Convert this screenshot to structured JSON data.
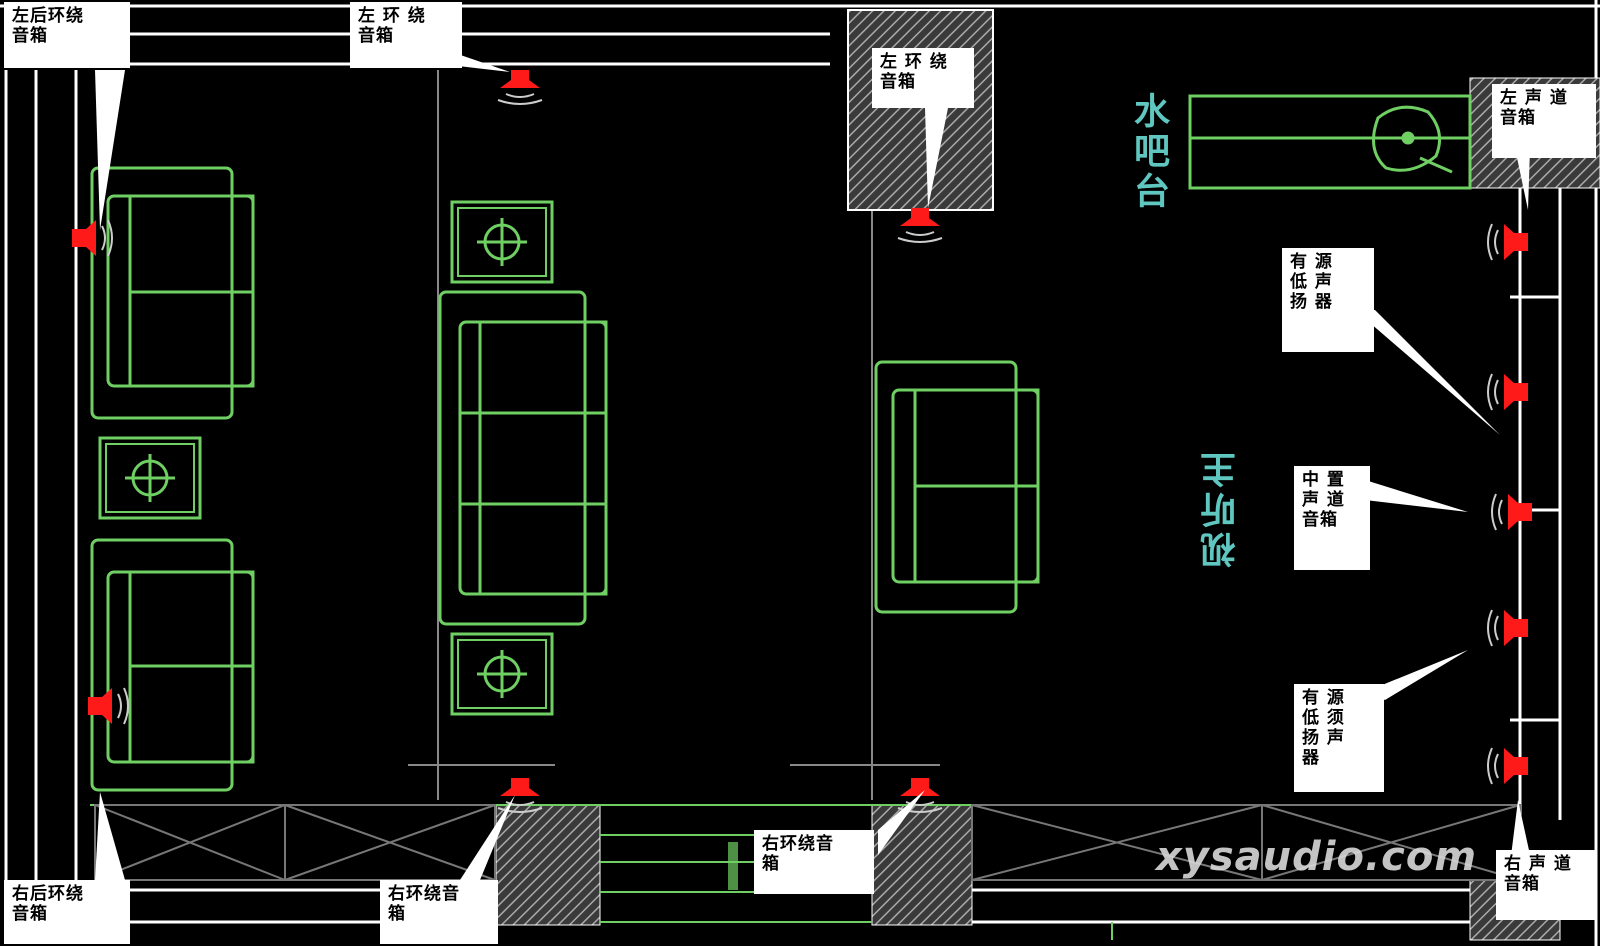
{
  "labels": {
    "left_rear_surround": "左后环绕\n音箱",
    "left_surround_top": "左 环 绕\n音箱",
    "left_surround_mid": "左 环 绕\n音箱",
    "left_channel": "左 声 道\n音箱",
    "subwoofer_top": "有 源\n低 声\n扬 器",
    "center_channel": "中 置\n声 道\n音箱",
    "subwoofer_bottom": "有 源\n低 须\n扬 声\n器",
    "right_channel": "右 声 道\n音箱",
    "right_rear_surround": "右后环绕\n音箱",
    "right_surround_left": "右环绕音\n箱",
    "right_surround_mid": "右环绕音\n箱"
  },
  "room_labels": {
    "bar": "水吧台",
    "av_wall": "视听主"
  },
  "watermark": "xysaudio.com",
  "colors": {
    "furniture": "#6fcf63",
    "speaker": "#ff1a1a",
    "wall": "#ffffff",
    "hatch": "#8c8c8c",
    "label_text": "#5fc7c0"
  }
}
